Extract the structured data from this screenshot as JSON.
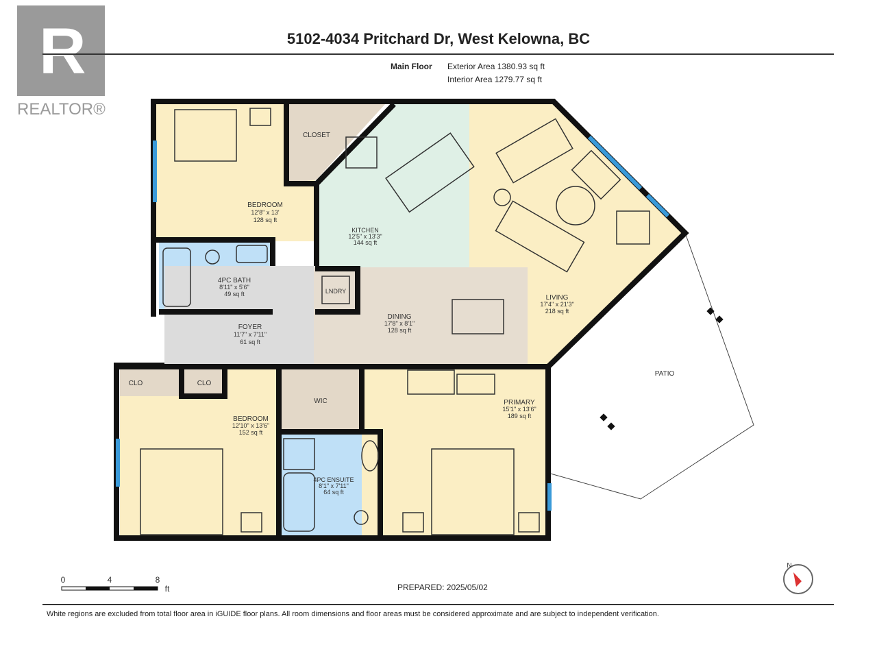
{
  "logo": {
    "text": "REALTOR®"
  },
  "title": "5102-4034 Pritchard Dr, West Kelowna, BC",
  "floor": {
    "name": "Main Floor",
    "exterior": "Exterior Area 1380.93 sq ft",
    "interior": "Interior Area 1279.77 sq ft"
  },
  "rooms": {
    "bedroom1": {
      "name": "BEDROOM",
      "dim": "12'8\" x 13'",
      "area": "128 sq ft"
    },
    "closet": {
      "name": "CLOSET"
    },
    "kitchen": {
      "name": "KITCHEN",
      "dim": "12'5\" x 13'3\"",
      "area": "144 sq ft"
    },
    "living": {
      "name": "LIVING",
      "dim": "17'4\" x 21'3\"",
      "area": "218 sq ft"
    },
    "bath": {
      "name": "4PC BATH",
      "dim": "8'11\" x 5'6\"",
      "area": "49 sq ft"
    },
    "laundry": {
      "name": "LNDRY"
    },
    "dining": {
      "name": "DINING",
      "dim": "17'8\" x 8'1\"",
      "area": "128 sq ft"
    },
    "foyer": {
      "name": "FOYER",
      "dim": "11'7\" x 7'11\"",
      "area": "61 sq ft"
    },
    "clo1": {
      "name": "CLO"
    },
    "clo2": {
      "name": "CLO"
    },
    "wic": {
      "name": "WIC"
    },
    "bedroom2": {
      "name": "BEDROOM",
      "dim": "12'10\" x 13'6\"",
      "area": "152 sq ft"
    },
    "ensuite": {
      "name": "4PC ENSUITE",
      "dim": "8'1\" x 7'11\"",
      "area": "64 sq ft"
    },
    "primary": {
      "name": "PRIMARY",
      "dim": "15'1\" x 13'6\"",
      "area": "189 sq ft"
    },
    "patio": {
      "name": "PATIO"
    }
  },
  "scale": {
    "t0": "0",
    "t1": "4",
    "t2": "8",
    "unit": "ft"
  },
  "compass": {
    "label": "N"
  },
  "prepared": "PREPARED: 2025/05/02",
  "footer": "White regions are excluded from total floor area in iGUIDE floor plans. All room dimensions and floor areas must be considered approximate and are subject to independent verification."
}
